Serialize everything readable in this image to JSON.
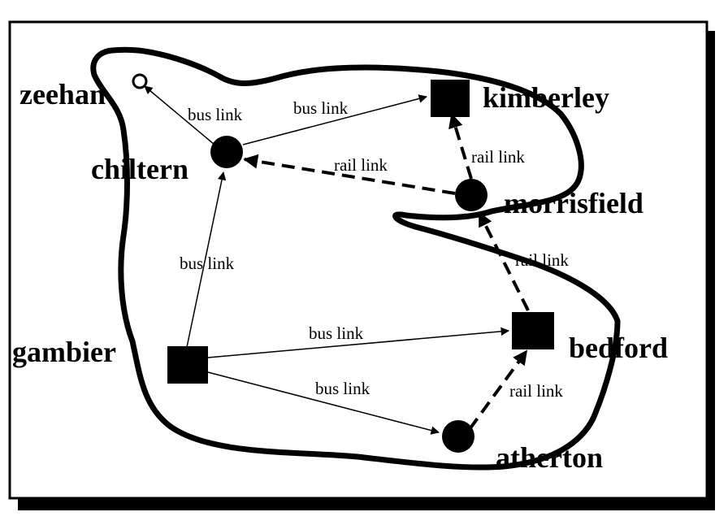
{
  "nodes": [
    {
      "id": "zeehan",
      "label": "zeehan",
      "shape": "open-circle"
    },
    {
      "id": "chiltern",
      "label": "chiltern",
      "shape": "filled-circle"
    },
    {
      "id": "kimberley",
      "label": "kimberley",
      "shape": "filled-square"
    },
    {
      "id": "morrisfield",
      "label": "morrisfield",
      "shape": "filled-circle"
    },
    {
      "id": "gambier",
      "label": "gambier",
      "shape": "filled-square"
    },
    {
      "id": "bedford",
      "label": "bedford",
      "shape": "filled-square"
    },
    {
      "id": "atherton",
      "label": "atherton",
      "shape": "filled-circle"
    }
  ],
  "edges": [
    {
      "from": "chiltern",
      "to": "zeehan",
      "label": "bus link",
      "style": "solid"
    },
    {
      "from": "chiltern",
      "to": "kimberley",
      "label": "bus link",
      "style": "solid"
    },
    {
      "from": "gambier",
      "to": "chiltern",
      "label": "bus link",
      "style": "solid"
    },
    {
      "from": "gambier",
      "to": "bedford",
      "label": "bus link",
      "style": "solid"
    },
    {
      "from": "gambier",
      "to": "atherton",
      "label": "bus link",
      "style": "solid"
    },
    {
      "from": "morrisfield",
      "to": "chiltern",
      "label": "rail link",
      "style": "dashed"
    },
    {
      "from": "morrisfield",
      "to": "kimberley",
      "label": "rail link",
      "style": "dashed"
    },
    {
      "from": "bedford",
      "to": "morrisfield",
      "label": "rail link",
      "style": "dashed"
    },
    {
      "from": "atherton",
      "to": "bedford",
      "label": "rail link",
      "style": "dashed"
    }
  ],
  "colors": {
    "ink": "#000000",
    "background": "#ffffff"
  }
}
